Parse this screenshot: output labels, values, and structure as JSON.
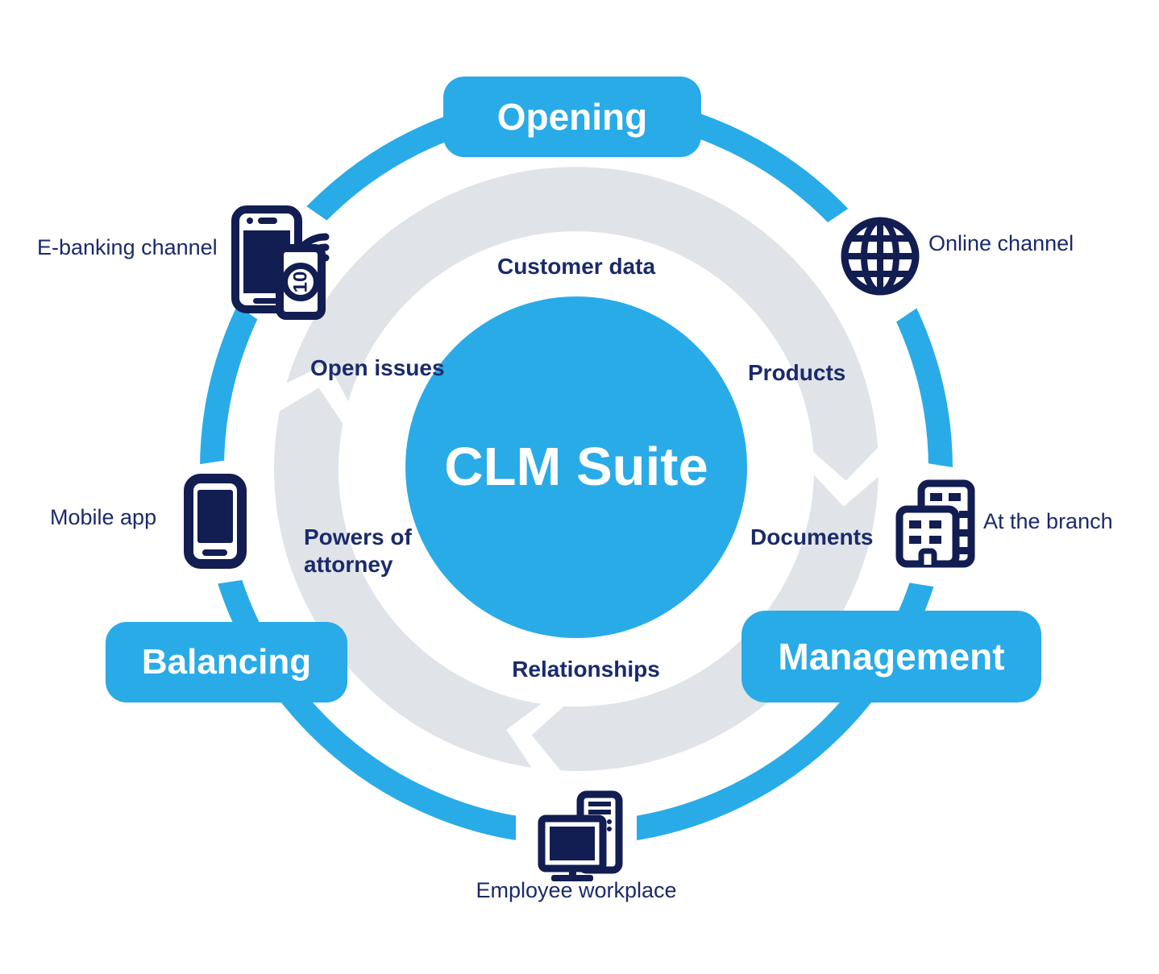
{
  "diagram_title": "CLM Suite",
  "colors": {
    "accent_blue": "#29ABE8",
    "icon_navy": "#121D52",
    "text_navy": "#1B2A6B",
    "ring_gray": "#E0E4E8",
    "background": "#FFFFFF"
  },
  "badges": {
    "opening": "Opening",
    "management": "Management",
    "balancing": "Balancing"
  },
  "inner_labels": {
    "customer_data": "Customer data",
    "products": "Products",
    "documents": "Documents",
    "relationships": "Relationships",
    "powers_line1": "Powers of",
    "powers_line2": "attorney",
    "open_issues": "Open issues"
  },
  "channels": {
    "ebanking": {
      "label": "E-banking channel",
      "icon": "phone-wifi-banknote-icon"
    },
    "online": {
      "label": "Online channel",
      "icon": "globe-icon"
    },
    "mobile": {
      "label": "Mobile app",
      "icon": "smartphone-icon"
    },
    "branch": {
      "label": "At the branch",
      "icon": "branch-building-icon"
    },
    "employee": {
      "label": "Employee workplace",
      "icon": "desktop-workstation-icon"
    }
  },
  "banknote_value": "10",
  "ring": {
    "direction": "clockwise",
    "arrow_count": 3
  }
}
